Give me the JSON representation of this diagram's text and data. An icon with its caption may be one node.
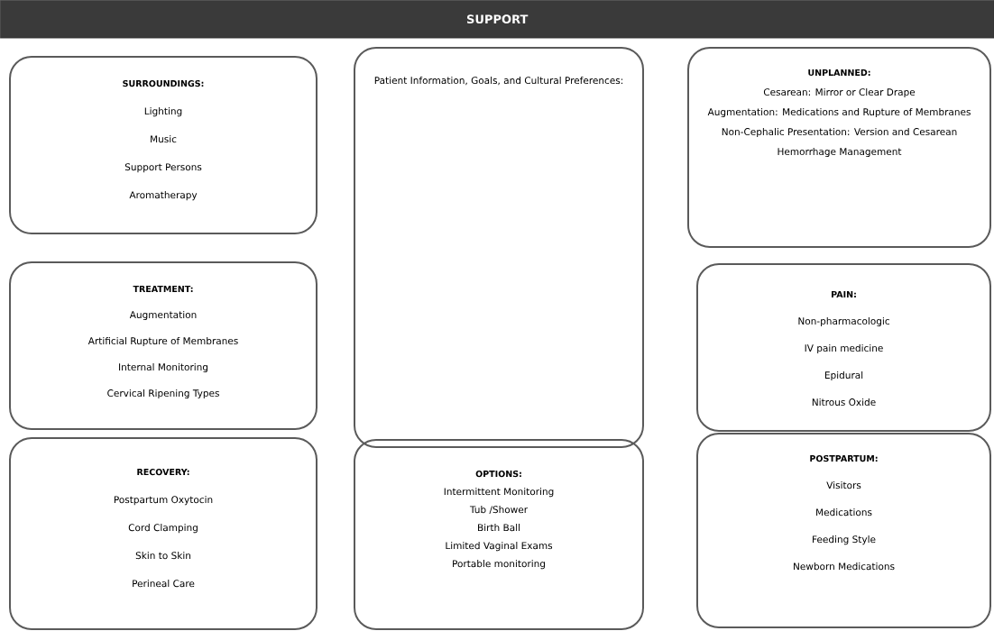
{
  "diagram": {
    "title": "SUPPORT",
    "nodes": [
      {
        "text": [
          "SURROUNDINGS:",
          "Lighting",
          "Music",
          "Support Persons",
          "Aromatherapy"
        ]
      },
      {
        "text": [
          "Patient Information, Goals, and Cultural Preferences:"
        ]
      },
      {
        "text": [
          "UNPLANNED:",
          "Cesarean: Mirror or Clear Drape",
          "Augmentation: Medications and Rupture of Membranes",
          "Non-Cephalic Presentation: Version and Cesarean",
          "Hemorrhage Management"
        ]
      },
      {
        "text": [
          "TREATMENT:",
          "Augmentation",
          "Artificial Rupture of Membranes",
          "Internal Monitoring",
          "Cervical Ripening Types"
        ]
      },
      {
        "text": [
          "PAIN:",
          "Non-pharmacologic",
          "IV pain medicine",
          "Epidural",
          "Nitrous Oxide"
        ]
      },
      {
        "text": [
          "RECOVERY:",
          "Postpartum Oxytocin",
          "Cord Clamping",
          "Skin to Skin",
          "Perineal Care"
        ]
      },
      {
        "text": [
          "OPTIONS:",
          "Intermittent Monitoring",
          "Tub /Shower",
          "Birth Ball",
          "Limited Vaginal Exams",
          "Portable monitoring"
        ]
      },
      {
        "text": [
          "POSTPARTUM:",
          "Visitors",
          "Medications",
          "Feeding Style",
          "Newborn Medications"
        ]
      }
    ]
  }
}
